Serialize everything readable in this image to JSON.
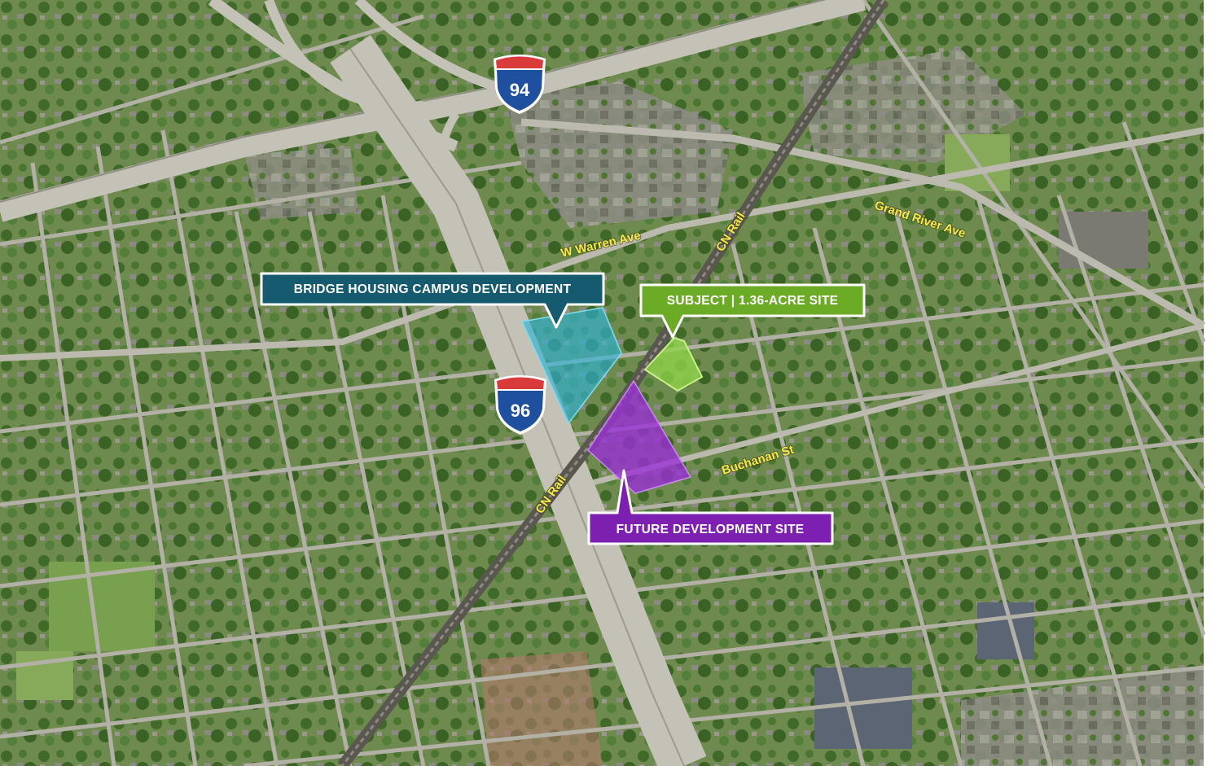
{
  "map": {
    "colors": {
      "vegetation": "#4f7a32",
      "land": "#6e8a4e",
      "road": "#a9a69a",
      "highway": "#bdbab0",
      "rail": "#5a5750",
      "bridge_site": "#2fb4d6",
      "subject_site": "#8ed14a",
      "future_site": "#9a2fd6",
      "bridge_callout": "#155a6e",
      "subject_callout": "#6cab26",
      "future_callout": "#7d1fb0",
      "label_yellow": "#f5e94a"
    },
    "callouts": {
      "bridge": "BRIDGE HOUSING CAMPUS DEVELOPMENT",
      "subject": "SUBJECT | 1.36-ACRE SITE",
      "future": "FUTURE DEVELOPMENT SITE"
    },
    "road_labels": {
      "w_warren": "W Warren Ave",
      "grand_river": "Grand River Ave",
      "cn_rail_upper": "CN Rail",
      "cn_rail_lower": "CN Rail",
      "buchanan": "Buchanan St"
    },
    "shields": {
      "i94": "94",
      "i96": "96"
    },
    "icons": {
      "interstate": "interstate-shield-icon"
    }
  }
}
